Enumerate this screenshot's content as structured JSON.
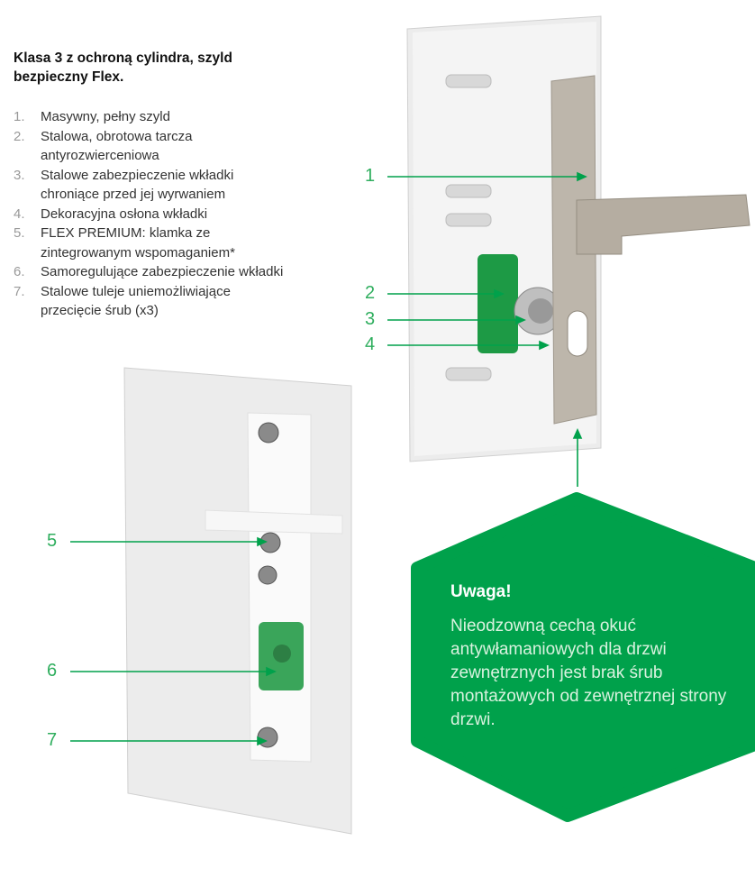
{
  "heading": "Klasa 3 z ochroną cylindra, szyld bezpieczny Flex.",
  "features": [
    {
      "num": "1.",
      "text": "Masywny, pełny szyld"
    },
    {
      "num": "2.",
      "text": "Stalowa, obrotowa tarcza antyrozwierceniowa"
    },
    {
      "num": "3.",
      "text": "Stalowe zabezpieczenie wkładki chroniące przed jej wyrwaniem"
    },
    {
      "num": "4.",
      "text": "Dekoracyjna osłona wkładki"
    },
    {
      "num": "5.",
      "text": "FLEX PREMIUM: klamka ze zintegrowanym wspomaganiem*"
    },
    {
      "num": "6.",
      "text": "Samoregulujące zabezpieczenie wkładki"
    },
    {
      "num": "7.",
      "text": "Stalowe tuleje uniemożliwiające przecięcie śrub (x3)"
    }
  ],
  "callouts": [
    "1",
    "2",
    "3",
    "4",
    "5",
    "6",
    "7"
  ],
  "note": {
    "title": "Uwaga!",
    "body": "Nieodzowną cechą okuć antywłamaniowych dla drzwi zewnętrznych jest brak śrub montażowych od zewnętrznej strony drzwi."
  },
  "colors": {
    "accent": "#00a14b",
    "callout": "#2fae5e"
  }
}
